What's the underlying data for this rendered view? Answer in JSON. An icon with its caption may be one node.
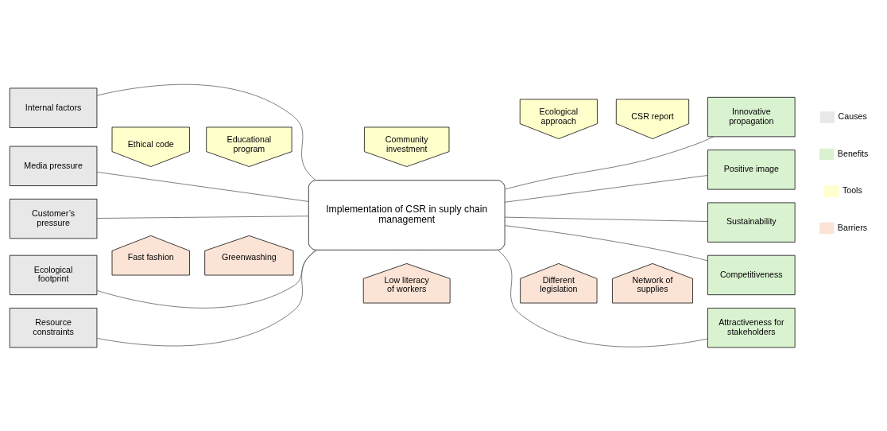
{
  "diagram": {
    "nodes": [
      {
        "text": [
          "Internal factors"
        ]
      },
      {
        "text": [
          "Media pressure"
        ]
      },
      {
        "text": [
          "Customer’s pressure"
        ]
      },
      {
        "text": [
          "Ecological footprint"
        ]
      },
      {
        "text": [
          "Resource constraints"
        ]
      },
      {
        "text": [
          "Ethical code"
        ]
      },
      {
        "text": [
          "Educational program"
        ]
      },
      {
        "text": [
          "Community investment"
        ]
      },
      {
        "text": [
          "Ecological approach"
        ]
      },
      {
        "text": [
          "CSR report"
        ]
      },
      {
        "text": [
          "Implementation of CSR in suply chain management"
        ]
      },
      {
        "text": [
          "Fast fashion"
        ]
      },
      {
        "text": [
          "Greenwashing"
        ]
      },
      {
        "text": [
          "Low literacy of workers"
        ]
      },
      {
        "text": [
          "Different legislation"
        ]
      },
      {
        "text": [
          "Network of supplies"
        ]
      },
      {
        "text": [
          "Innovative propagation"
        ]
      },
      {
        "text": [
          "Positive image"
        ]
      },
      {
        "text": [
          "Sustainability"
        ]
      },
      {
        "text": [
          "Competitiveness"
        ]
      },
      {
        "text": [
          "Attractiveness for stakeholders"
        ]
      }
    ],
    "edges": [
      {
        "from": 0,
        "to": 10,
        "arrow": "none"
      },
      {
        "from": 1,
        "to": 10,
        "arrow": "none"
      },
      {
        "from": 2,
        "to": 10,
        "arrow": "none"
      },
      {
        "from": 3,
        "to": 10,
        "arrow": "none"
      },
      {
        "from": 4,
        "to": 10,
        "arrow": "none"
      },
      {
        "from": 10,
        "to": 16,
        "arrow": "none"
      },
      {
        "from": 10,
        "to": 17,
        "arrow": "none"
      },
      {
        "from": 10,
        "to": 18,
        "arrow": "none"
      },
      {
        "from": 10,
        "to": 19,
        "arrow": "none"
      },
      {
        "from": 10,
        "to": 20,
        "arrow": "none"
      }
    ],
    "legend": [
      {
        "text": "Causes",
        "color": "#e8e8e8"
      },
      {
        "text": "Benefits",
        "color": "#d9f2d0"
      },
      {
        "text": "Tools",
        "color": "#ffffcc"
      },
      {
        "text": "Barriers",
        "color": "#fbe3d6"
      }
    ]
  }
}
